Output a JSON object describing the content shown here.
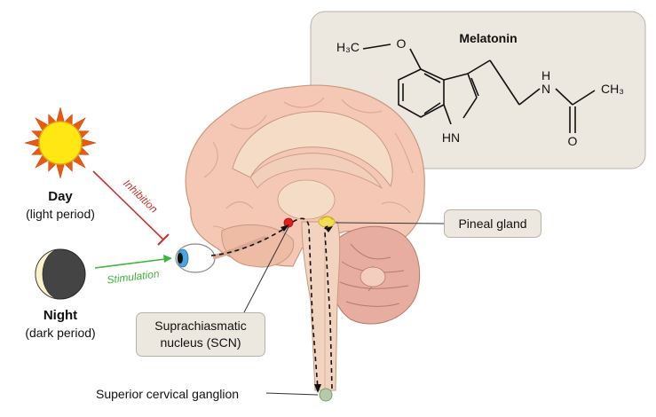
{
  "day": {
    "title": "Day",
    "subtitle": "(light period)"
  },
  "night": {
    "title": "Night",
    "subtitle": "(dark period)"
  },
  "arrows": {
    "inhibition": "Inhibition",
    "stimulation": "Stimulation"
  },
  "melatonin": {
    "title": "Melatonin",
    "methoxy": "H₃C",
    "oxygen": "O",
    "nitrogen_amide": "N",
    "amide_h": "H",
    "methyl": "CH₃",
    "carbonyl_o": "O",
    "indole_nh": "HN"
  },
  "labels": {
    "pineal": "Pineal gland",
    "scn_line1": "Suprachiasmatic",
    "scn_line2": "nucleus (SCN)",
    "ganglion": "Superior cervical ganglion"
  },
  "colors": {
    "inhibition": "#c8322d",
    "stimulation": "#3db53d",
    "brain": "#f4c8b4",
    "scn": "#e01f1f",
    "pineal": "#f3dd50",
    "ganglion": "#b6c9a8"
  }
}
